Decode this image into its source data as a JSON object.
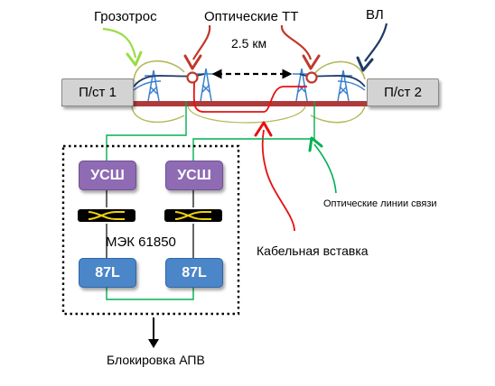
{
  "labels": {
    "groundwire": "Грозотрос",
    "optical_ct": "Оптические ТТ",
    "line": "ВЛ",
    "distance": "2.5 км",
    "substation_1": "П/ст 1",
    "substation_2": "П/ст 2",
    "comm_unit_left": "УСШ",
    "comm_unit_right": "УСШ",
    "protocol": "МЭК 61850",
    "relay_left": "87L",
    "relay_right": "87L",
    "optical_links": "Оптические линии связи",
    "cable_insert": "Кабельная вставка",
    "ar_block": "Блокировка АПВ"
  },
  "colors": {
    "groundwire_arrow": "#99dd44",
    "ct_arrow": "#c0392b",
    "line_arrow": "#1f3a66",
    "busbar": "#b03a3a",
    "optical_link": "#00b050",
    "cable": "#e81010",
    "comm_unit": "#8e6bb3",
    "relay": "#4a86c8",
    "substation": "#d3d3d3",
    "tower": "#3a80d0"
  }
}
